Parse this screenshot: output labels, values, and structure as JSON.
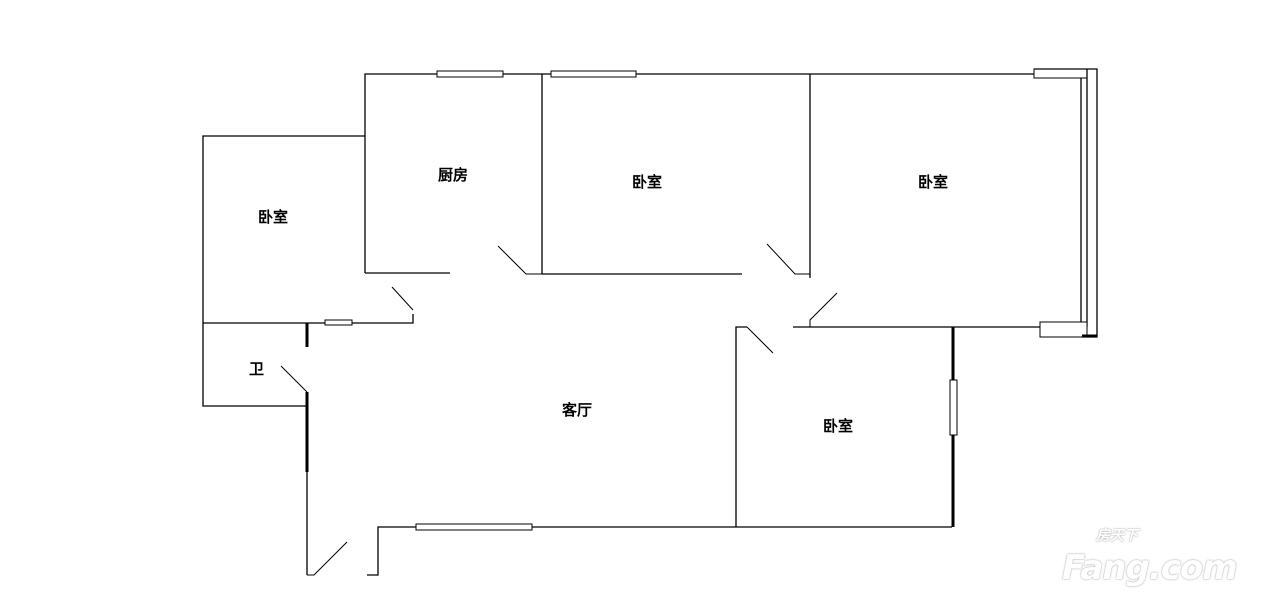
{
  "rooms": {
    "bedroom_west": "卧室",
    "kitchen": "厨房",
    "bedroom_north_middle": "卧室",
    "bedroom_north_east": "卧室",
    "bathroom": "卫",
    "living_room": "客厅",
    "bedroom_south_east": "卧室"
  },
  "watermark": {
    "cn": "房天下",
    "en": "Fang.com"
  }
}
